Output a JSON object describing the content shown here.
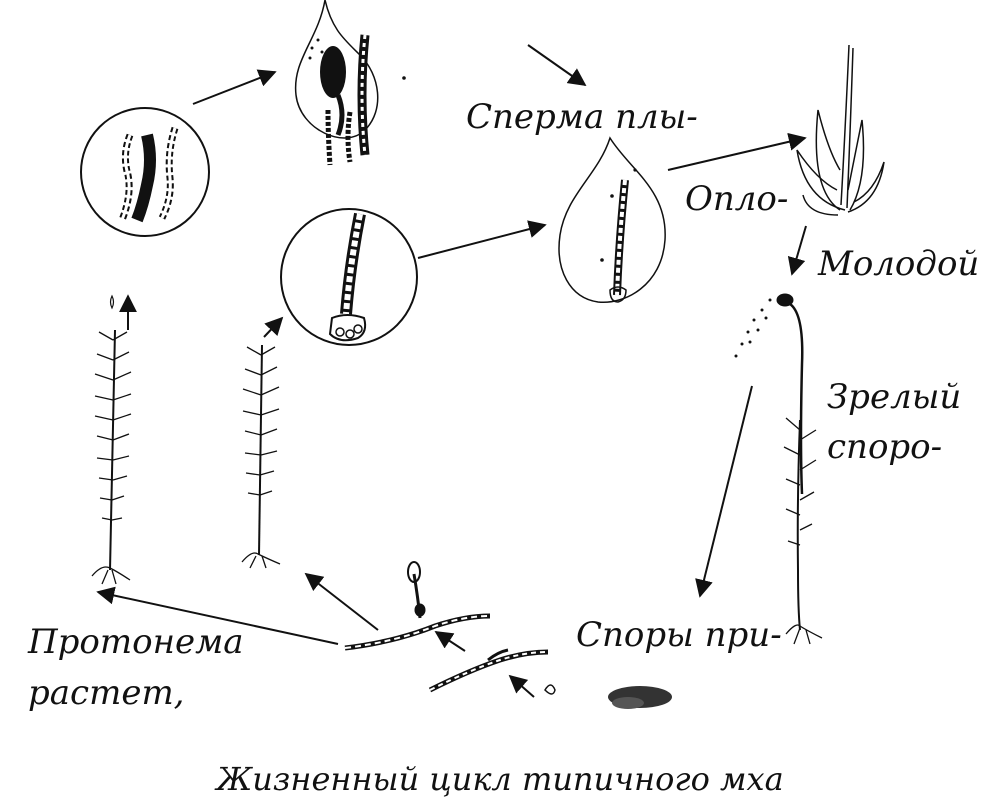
{
  "labels": {
    "sperm": "Сперма плы-",
    "fertilization": "Опло-",
    "young": "Молодой",
    "mature_line1": "Зрелый",
    "mature_line2": "споро-",
    "spores": "Споры при-",
    "protonema_line1": "Протонема",
    "protonema_line2": "растет,"
  },
  "caption": "Жизненный цикл типичного мха"
}
